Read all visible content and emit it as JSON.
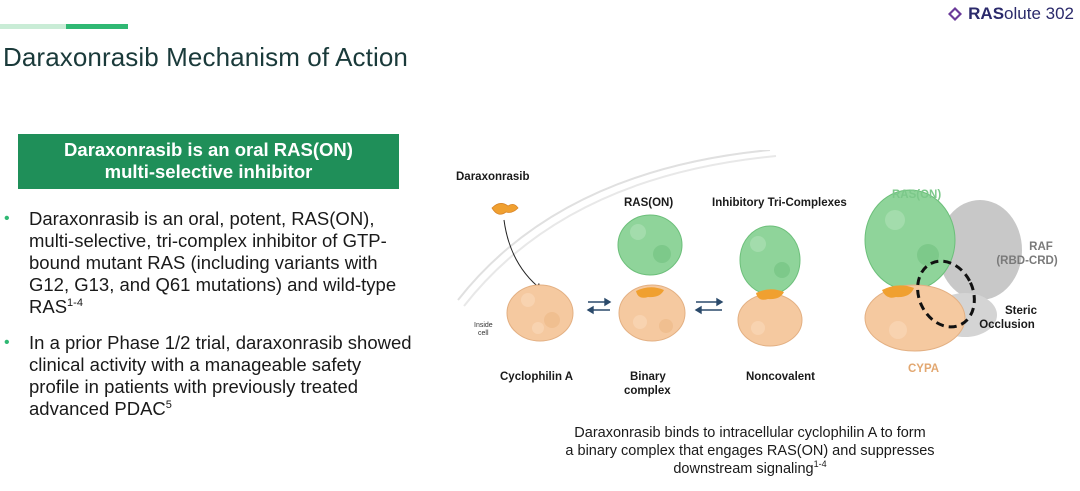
{
  "header": {
    "title": "Daraxonrasib Mechanism of Action",
    "logo_bold": "RAS",
    "logo_light": "olute 302"
  },
  "callout": {
    "line1": "Daraxonrasib is an oral RAS(ON)",
    "line2": "multi-selective inhibitor"
  },
  "bullets": [
    {
      "text": "Daraxonrasib is an oral, potent, RAS(ON), multi-selective, tri-complex inhibitor of GTP-bound mutant RAS (including variants with G12, G13, and Q61 mutations) and wild-type RAS",
      "sup": "1-4"
    },
    {
      "text": "In a prior Phase 1/2 trial, daraxonrasib showed clinical activity with a manageable safety profile in patients with previously treated advanced PDAC",
      "sup": "5"
    }
  ],
  "figure": {
    "drug_label": "Daraxonrasib",
    "inside_cell_1": "Inside",
    "inside_cell_2": "cell",
    "ras_on_label": "RAS(ON)",
    "tri_complex_label": "Inhibitory Tri-Complexes",
    "ras_on_green": "RAS(ON)",
    "raf_label_1": "RAF",
    "raf_label_2": "(RBD-CRD)",
    "steric_1": "Steric",
    "steric_2": "Occlusion",
    "cyclophilin_label": "Cyclophilin A",
    "binary_1": "Binary",
    "binary_2": "complex",
    "noncovalent_label": "Noncovalent",
    "cypa_label": "CYPA"
  },
  "caption": {
    "line1": "Daraxonrasib binds to intracellular cyclophilin A to form",
    "line2": "a binary complex that engages RAS(ON) and suppresses",
    "line3": "downstream signaling",
    "sup": "1-4"
  },
  "colors": {
    "accent_green": "#2fb873",
    "callout_bg": "#1f8f59",
    "protein_tan": "#f5c9a0",
    "protein_green": "#8fd49a",
    "drug_orange": "#f0a030",
    "raf_gray": "#c8c8c8",
    "logo_navy": "#2b2a6b"
  }
}
